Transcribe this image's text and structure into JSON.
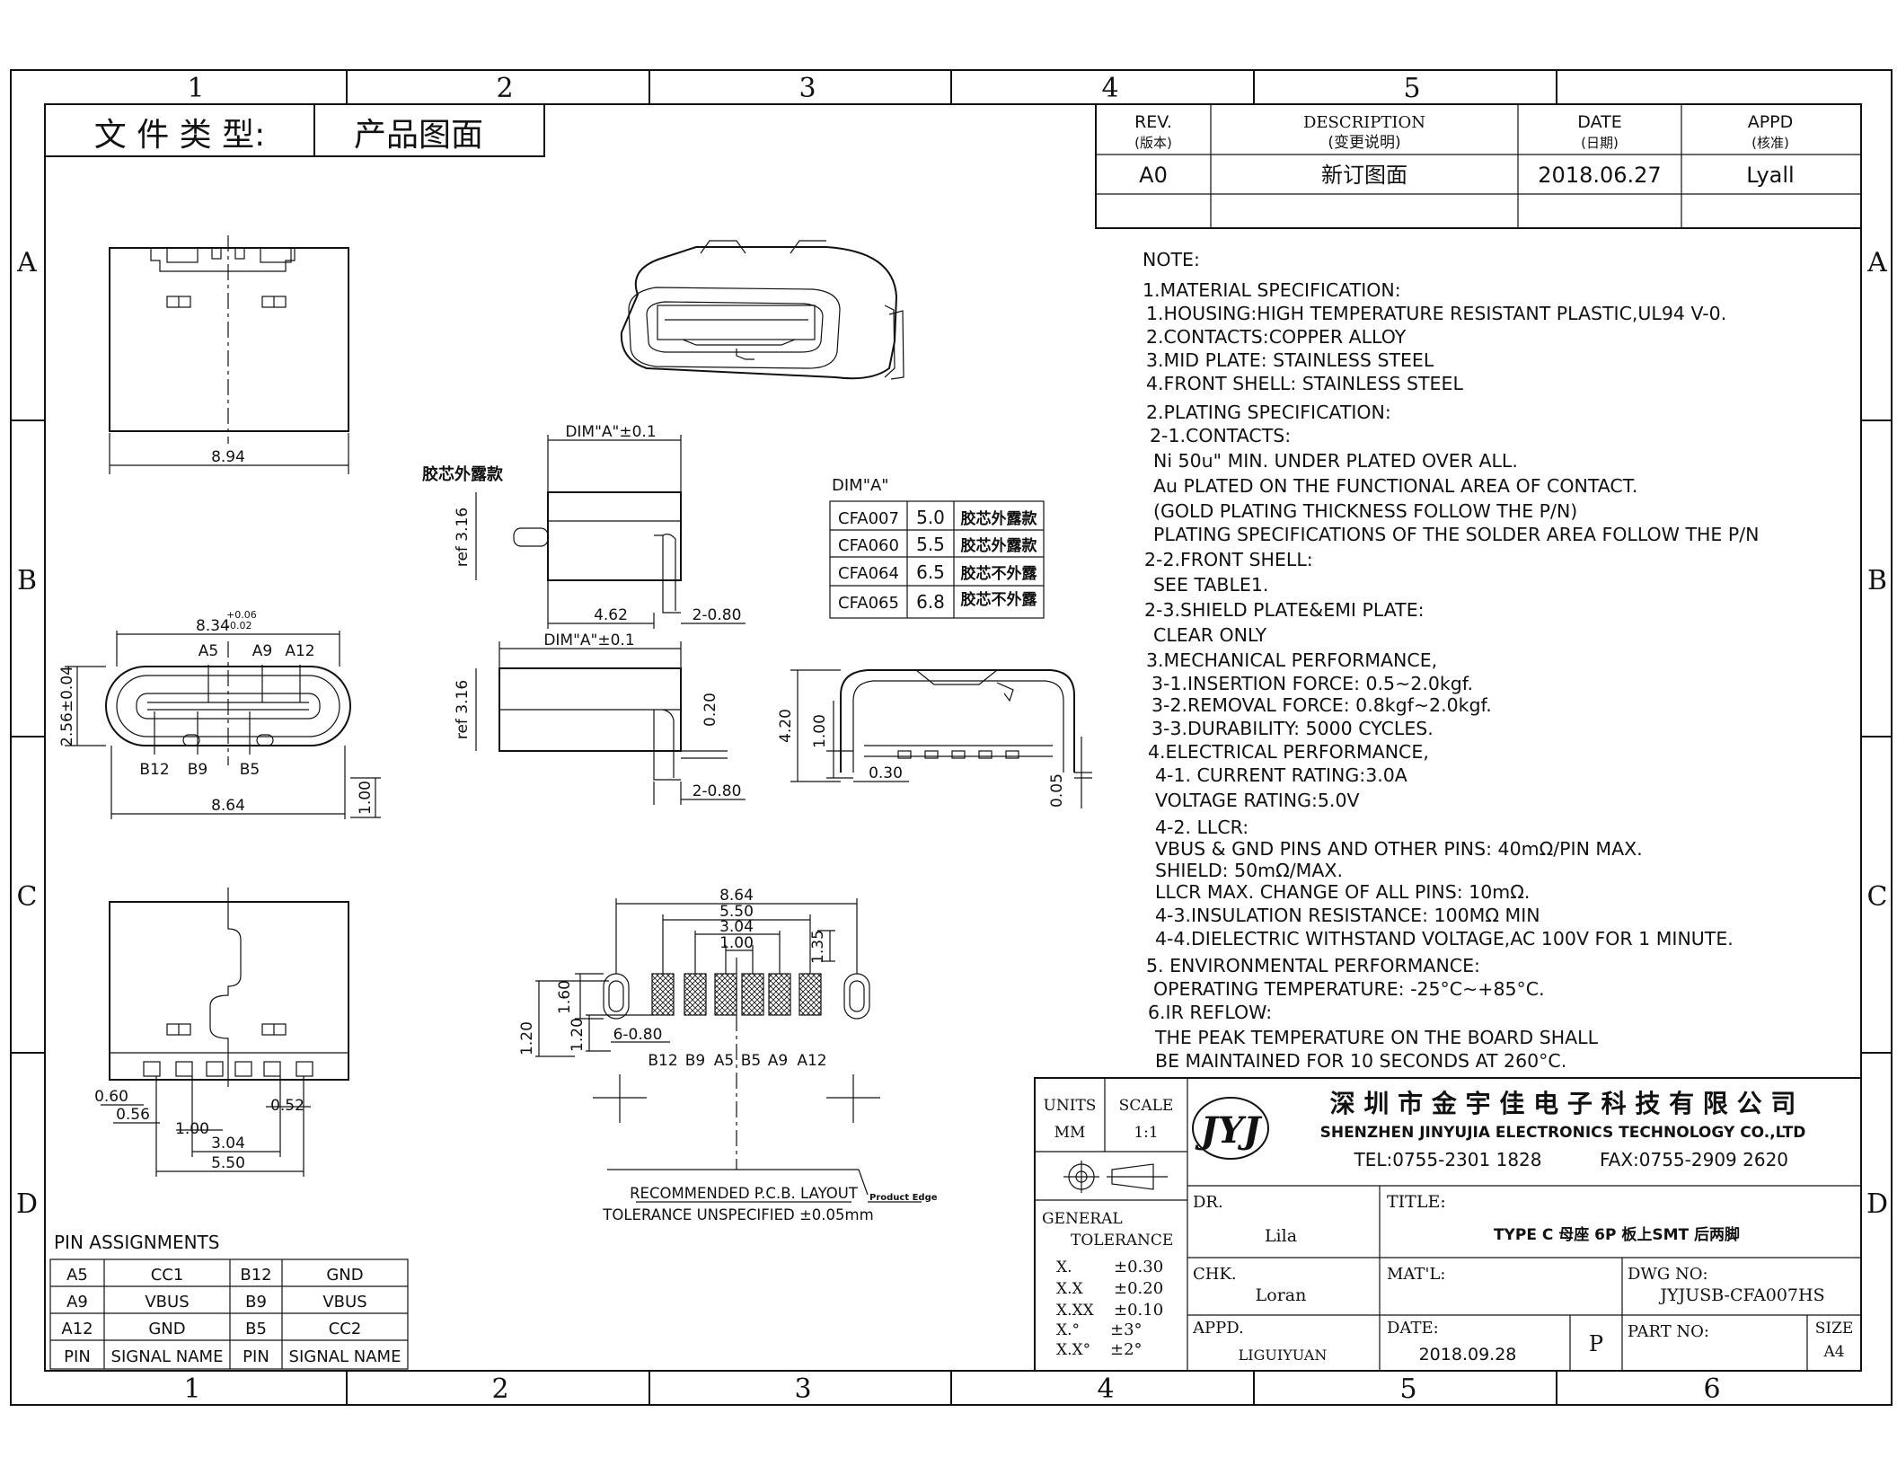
{
  "frame": {
    "col_labels": [
      "1",
      "2",
      "3",
      "4",
      "5"
    ],
    "col_labels_bottom": [
      "1",
      "2",
      "3",
      "4",
      "5",
      "6"
    ],
    "row_labels": [
      "A",
      "B",
      "C",
      "D"
    ]
  },
  "doc_type": {
    "label": "文 件 类 型:",
    "value": "产品图面"
  },
  "revision_table": {
    "headers": [
      {
        "en": "REV.",
        "cn": "(版本)"
      },
      {
        "en": "DESCRIPTION",
        "cn": "(变更说明)"
      },
      {
        "en": "DATE",
        "cn": "(日期)"
      },
      {
        "en": "APPD",
        "cn": "(核准)"
      }
    ],
    "rows": [
      {
        "rev": "A0",
        "desc": "新订图面",
        "date": "2018.06.27",
        "appd": "Lyall"
      }
    ]
  },
  "notes": [
    "NOTE:",
    "1.MATERIAL  SPECIFICATION:",
    "  1.HOUSING:HIGH  TEMPERATURE  RESISTANT  PLASTIC,UL94  V-0.",
    "  2.CONTACTS:COPPER  ALLOY",
    "  3.MID  PLATE:  STAINLESS  STEEL",
    "  4.FRONT  SHELL:  STAINLESS  STEEL",
    "2.PLATING  SPECIFICATION:",
    "  2-1.CONTACTS:",
    "   Ni  50u\"  MIN.  UNDER  PLATED  OVER  ALL.",
    "   Au  PLATED  ON  THE  FUNCTIONAL  AREA  OF  CONTACT.",
    "   (GOLD  PLATING  THICKNESS  FOLLOW  THE  P/N)",
    "   PLATING  SPECIFICATIONS  OF  THE  SOLDER  AREA  FOLLOW  THE  P/N",
    "2-2.FRONT  SHELL:",
    "   SEE  TABLE1.",
    "2-3.SHIELD  PLATE&EMI  PLATE:",
    "   CLEAR  ONLY",
    "3.MECHANICAL  PERFORMANCE,",
    "  3-1.INSERTION  FORCE:  0.5~2.0kgf.",
    "  3-2.REMOVAL  FORCE:  0.8kgf~2.0kgf.",
    "  3-3.DURABILITY:  5000  CYCLES.",
    "4.ELECTRICAL  PERFORMANCE,",
    "  4-1.  CURRENT  RATING:3.0A",
    "         VOLTAGE  RATING:5.0V",
    "  4-2.  LLCR:",
    "         VBUS  &  GND  PINS  AND  OTHER  PINS:  40mΩ/PIN  MAX.",
    "         SHIELD:  50mΩ/MAX.",
    "         LLCR  MAX.  CHANGE  OF  ALL  PINS:  10mΩ.",
    "  4-3.INSULATION  RESISTANCE:  100MΩ    MIN",
    "  4-4.DIELECTRIC  WITHSTAND  VOLTAGE,AC  100V  FOR  1  MINUTE.",
    "5.  ENVIRONMENTAL  PERFORMANCE:",
    "  OPERATING  TEMPERATURE:  -25°C~+85°C.",
    "6.IR  REFLOW:",
    "  THE  PEAK  TEMPERATURE  ON  THE  BOARD  SHALL",
    "  BE  MAINTAINED  FOR  10  SECONDS  AT  260°C."
  ],
  "dim_table": {
    "title": "DIM\"A\"",
    "rows": [
      [
        "CFA007",
        "5.0",
        "胶芯外露款"
      ],
      [
        "CFA060",
        "5.5",
        "胶芯外露款"
      ],
      [
        "CFA064",
        "6.5",
        "胶芯不外露"
      ],
      [
        "CFA065",
        "6.8",
        "胶芯不外露"
      ]
    ]
  },
  "dimensions": {
    "top_width": "8.94",
    "front_width": "8.34",
    "front_tol_upper": "+0.06",
    "front_tol_lower": "-0.02",
    "front_height": "2.56±0.04",
    "front_bottom_width": "8.64",
    "front_leg": "1.00",
    "side_label": "胶芯外露款",
    "side_dim_a": "DIM\"A\"±0.1",
    "side_ref": "ref 3.16",
    "side_462": "4.62",
    "side_280": "2-0.80",
    "side_020": "0.20",
    "rear_420": "4.20",
    "rear_100": "1.00",
    "rear_030": "0.30",
    "rear_005": "0.05",
    "bot_060": "0.60",
    "bot_056": "0.56",
    "bot_100": "1.00",
    "bot_052": "0.52",
    "bot_304": "3.04",
    "bot_550": "5.50",
    "pcb_864": "8.64",
    "pcb_550": "5.50",
    "pcb_304": "3.04",
    "pcb_100": "1.00",
    "pcb_135": "1.35",
    "pcb_160": "1.60",
    "pcb_120a": "1.20",
    "pcb_120b": "1.20",
    "pcb_680": "6-0.80"
  },
  "pin_labels_top": [
    "A5",
    "A9",
    "A12"
  ],
  "pin_labels_bottom": [
    "B12",
    "B9",
    "B5"
  ],
  "pcb_pin_labels": [
    "B12",
    "B9",
    "A5",
    "B5",
    "A9",
    "A12"
  ],
  "pcb_caption": "RECOMMENDED  P.C.B.  LAYOUT",
  "pcb_tolerance": "TOLERANCE UNSPECIFIED ±0.05mm",
  "product_edge": "Product Edge",
  "pin_assignments": {
    "title": "PIN  ASSIGNMENTS",
    "rows": [
      [
        "A5",
        "CC1",
        "B12",
        "GND"
      ],
      [
        "A9",
        "VBUS",
        "B9",
        "VBUS"
      ],
      [
        "A12",
        "GND",
        "B5",
        "CC2"
      ],
      [
        "PIN",
        "SIGNAL NAME",
        "PIN",
        "SIGNAL NAME"
      ]
    ]
  },
  "title_block": {
    "units_label": "UNITS",
    "units_value": "MM",
    "scale_label": "SCALE",
    "scale_value": "1:1",
    "company_cn": "深 圳 市 金 宇 佳 电 子 科 技 有 限 公 司",
    "company_en": "SHENZHEN  JINYUJIA  ELECTRONICS TECHNOLOGY  CO.,LTD",
    "tel": "TEL:0755-2301 1828",
    "fax": "FAX:0755-2909 2620",
    "logo": "JYJ",
    "general": "GENERAL",
    "tolerance": "TOLERANCE",
    "tol_rows": [
      [
        "X.",
        "±0.30"
      ],
      [
        "X.X",
        "±0.20"
      ],
      [
        "X.XX",
        "±0.10"
      ],
      [
        "X.°",
        "±3°"
      ],
      [
        "X.X°",
        "±2°"
      ]
    ],
    "dr_label": "DR.",
    "dr_value": "Lila",
    "title_label": "TITLE:",
    "title_value": "TYPE C 母座 6P 板上SMT 后两脚",
    "chk_label": "CHK.",
    "chk_value": "Loran",
    "matl_label": "MAT'L:",
    "dwg_label": "DWG NO:",
    "dwg_value": "JYJUSB-CFA007HS",
    "appd_label": "APPD.",
    "appd_value": "LIGUIYUAN",
    "date_label": "DATE:",
    "date_value": "2018.09.28",
    "p_label": "P",
    "part_label": "PART NO:",
    "size_label": "SIZE",
    "size_value": "A4"
  }
}
